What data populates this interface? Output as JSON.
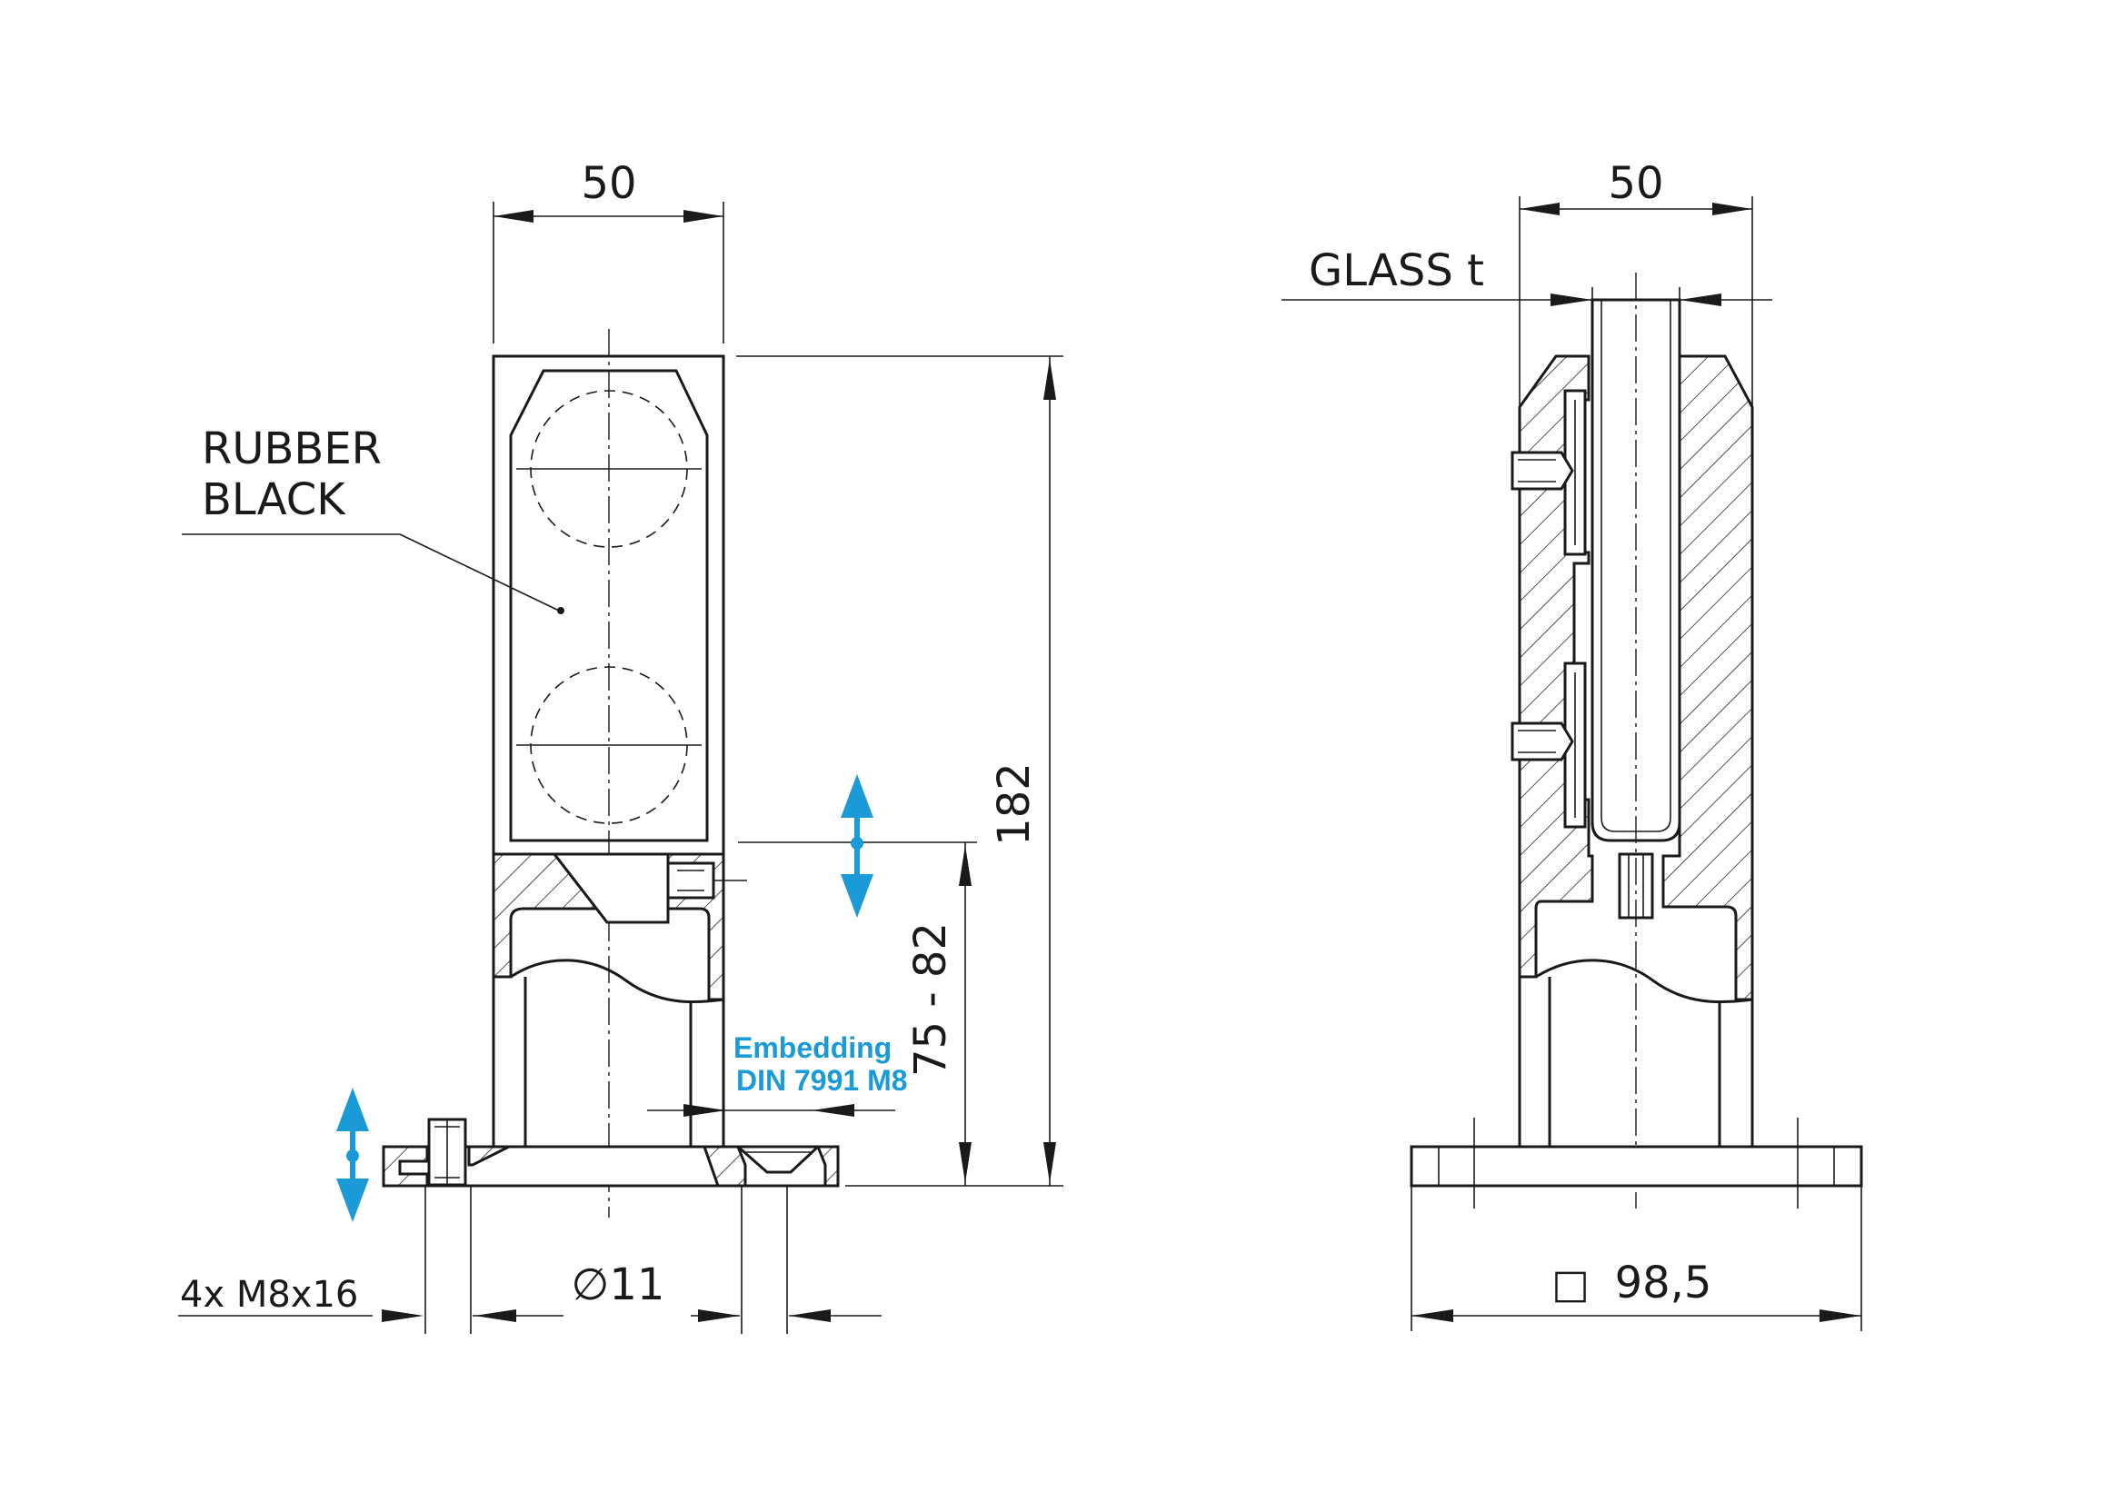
{
  "colors": {
    "line": "#1a1a1a",
    "accent": "#1a9bd7"
  },
  "front_view": {
    "width_dim": "50",
    "height_dim": "182",
    "embed_range_dim": "75 - 82",
    "bolt_note": "4x M8x16",
    "hole_dim": "∅11",
    "material_label_1": "RUBBER",
    "material_label_2": "BLACK",
    "embedding_label_1": "Embedding",
    "embedding_label_2": "DIN 7991 M8"
  },
  "side_view": {
    "width_dim": "50",
    "glass_label": "GLASS t",
    "square_symbol": "□",
    "base_dim": "98,5"
  },
  "icons": [
    "double-arrow-icon",
    "double-arrow-icon"
  ]
}
